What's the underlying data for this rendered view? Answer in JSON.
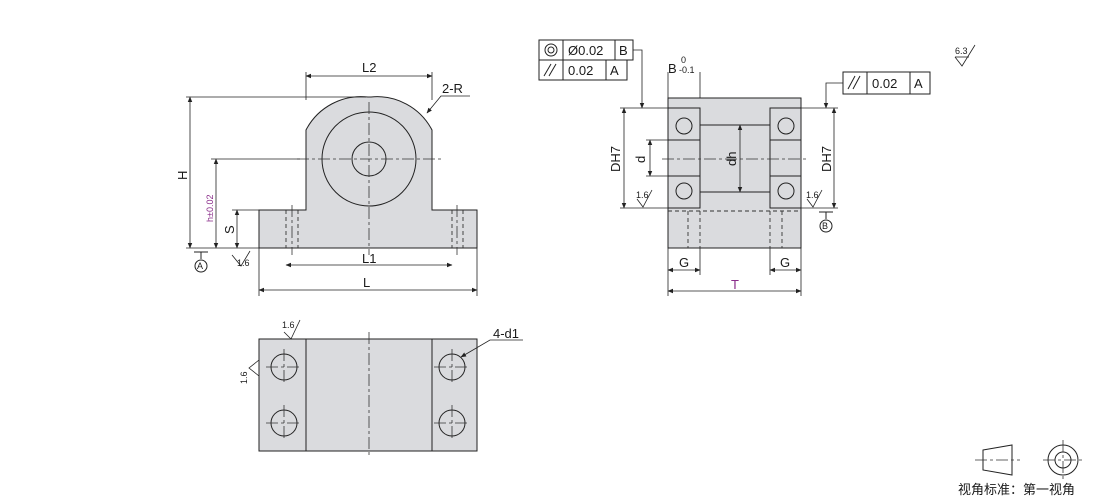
{
  "front_view": {
    "dims": {
      "L2": "L2",
      "radius": "2-R",
      "H": "H",
      "h_tol": "h±0.02",
      "S": "S",
      "L1": "L1",
      "L": "L",
      "datum_A": "A",
      "roughness": "1.6"
    }
  },
  "side_view": {
    "fcf1": {
      "symbol": "concentricity",
      "value": "Ø0.02",
      "datum": "B"
    },
    "fcf2": {
      "symbol": "parallelism",
      "value": "0.02",
      "datum": "A"
    },
    "fcf3": {
      "symbol": "parallelism",
      "value": "0.02",
      "datum": "A"
    },
    "dims": {
      "B_tol": "B",
      "B_tol_upper": "0",
      "B_tol_lower": "-0.1",
      "D_left": "DH7",
      "d": "d",
      "dh": "dh",
      "D_right": "DH7",
      "G_left": "G",
      "G_right": "G",
      "T": "T",
      "datum_B": "B",
      "rough_left": "1.6",
      "rough_right": "1.6"
    }
  },
  "top_view": {
    "hole_label": "4-d1",
    "rough_top": "1.6",
    "rough_left": "1.6"
  },
  "general_roughness": "6.3",
  "projection_label": "视角标准：第一视角",
  "colors": {
    "part": "#dadbde",
    "line": "#222222",
    "accent": "#8a2d8a"
  }
}
